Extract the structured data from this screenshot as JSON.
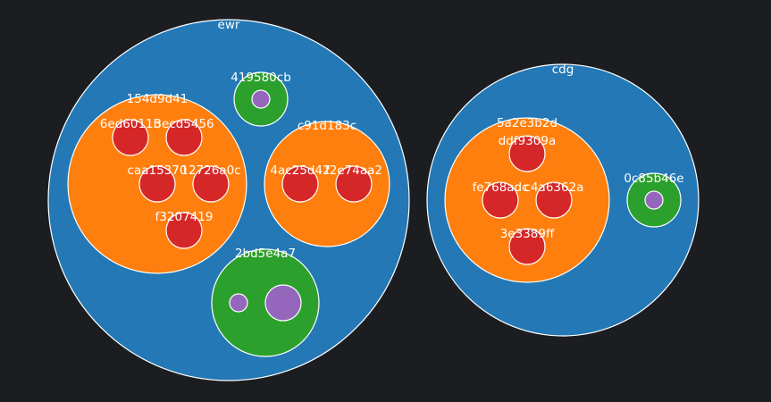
{
  "colors": {
    "background": "#1b1d21",
    "region": "#2378b5",
    "rack": "#ff7f0e",
    "group": "#2ca02c",
    "node": "#d62728",
    "leaf": "#9467bd",
    "stroke": "#ffffff",
    "text": "#ffffff"
  },
  "regions": [
    {
      "name": "ewr",
      "children": [
        {
          "name": "154d9d41",
          "kind": "rack",
          "children": [
            {
              "name": "6ed6011b",
              "kind": "node"
            },
            {
              "name": "3ecd5456",
              "kind": "node"
            },
            {
              "name": "caa15370",
              "kind": "node"
            },
            {
              "name": "12726a0c",
              "kind": "node"
            },
            {
              "name": "f3207419",
              "kind": "node"
            }
          ]
        },
        {
          "name": "419580cb",
          "kind": "group",
          "children": [
            {
              "name": "",
              "kind": "leaf"
            }
          ]
        },
        {
          "name": "c91d183c",
          "kind": "rack",
          "children": [
            {
              "name": "4ac25d42",
              "kind": "node"
            },
            {
              "name": "f2e74aa2",
              "kind": "node"
            }
          ]
        },
        {
          "name": "2bd5e4a7",
          "kind": "group",
          "children": [
            {
              "name": "",
              "kind": "leaf"
            },
            {
              "name": "",
              "kind": "leaf"
            }
          ]
        }
      ]
    },
    {
      "name": "cdg",
      "children": [
        {
          "name": "5a2e3b2d",
          "kind": "rack",
          "children": [
            {
              "name": "ddf9309a",
              "kind": "node"
            },
            {
              "name": "fe768adc",
              "kind": "node"
            },
            {
              "name": "c4a6362a",
              "kind": "node"
            },
            {
              "name": "3e3389ff",
              "kind": "node"
            }
          ]
        },
        {
          "name": "0c85b46e",
          "kind": "group",
          "children": [
            {
              "name": "",
              "kind": "leaf"
            }
          ]
        }
      ]
    }
  ]
}
